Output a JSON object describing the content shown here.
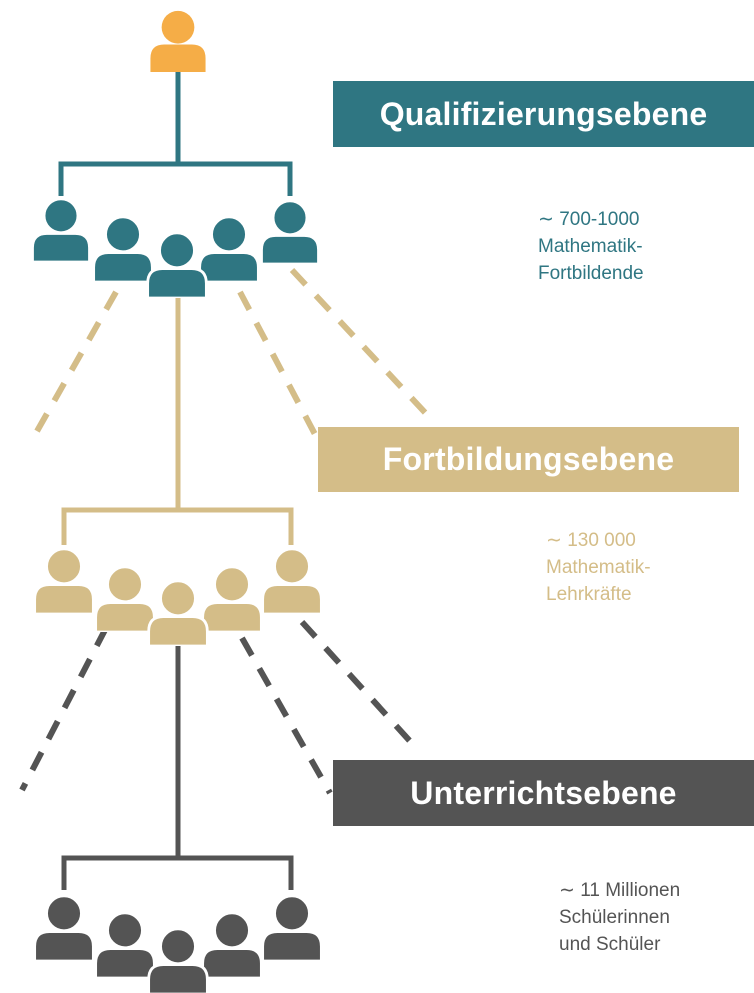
{
  "colors": {
    "top": "#F5AD47",
    "qualifizierung": "#2F7682",
    "fortbildung": "#D4BD88",
    "unterricht": "#545454"
  },
  "levels": [
    {
      "title": "Qualifizierungsebene",
      "count_lines": [
        "∼  700-1000",
        "Mathematik-",
        "Fortbildende"
      ]
    },
    {
      "title": "Fortbildungsebene",
      "count_lines": [
        "∼ 130 000",
        "Mathematik-",
        "Lehrkräfte"
      ]
    },
    {
      "title": "Unterrichtsebene",
      "count_lines": [
        "∼ 11 Millionen",
        "Schülerinnen",
        "und Schüler"
      ]
    }
  ],
  "icons": {
    "person": "person-icon"
  }
}
